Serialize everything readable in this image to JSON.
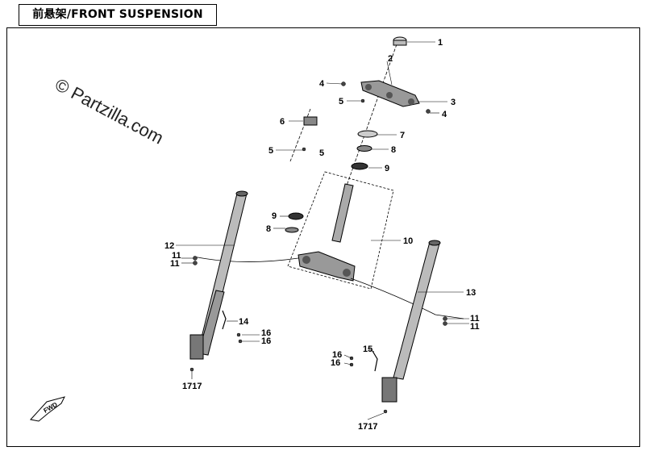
{
  "header": {
    "title": "前悬架/FRONT SUSPENSION"
  },
  "watermark": "© Partzilla.com",
  "direction_label": "FWD",
  "callouts": {
    "c1": "1",
    "c2": "2",
    "c3": "3",
    "c4a": "4",
    "c4b": "4",
    "c5a": "5",
    "c5b": "5",
    "c5c": "5",
    "c6": "6",
    "c7": "7",
    "c8a": "8",
    "c8b": "8",
    "c9a": "9",
    "c9b": "9",
    "c10": "10",
    "c11a": "11",
    "c11b": "11",
    "c11c": "11",
    "c11d": "11",
    "c12": "12",
    "c13": "13",
    "c14": "14",
    "c15": "15",
    "c16a": "16",
    "c16b": "16",
    "c16c": "16",
    "c16d": "16",
    "c17a": "1717",
    "c17b": "1717"
  }
}
